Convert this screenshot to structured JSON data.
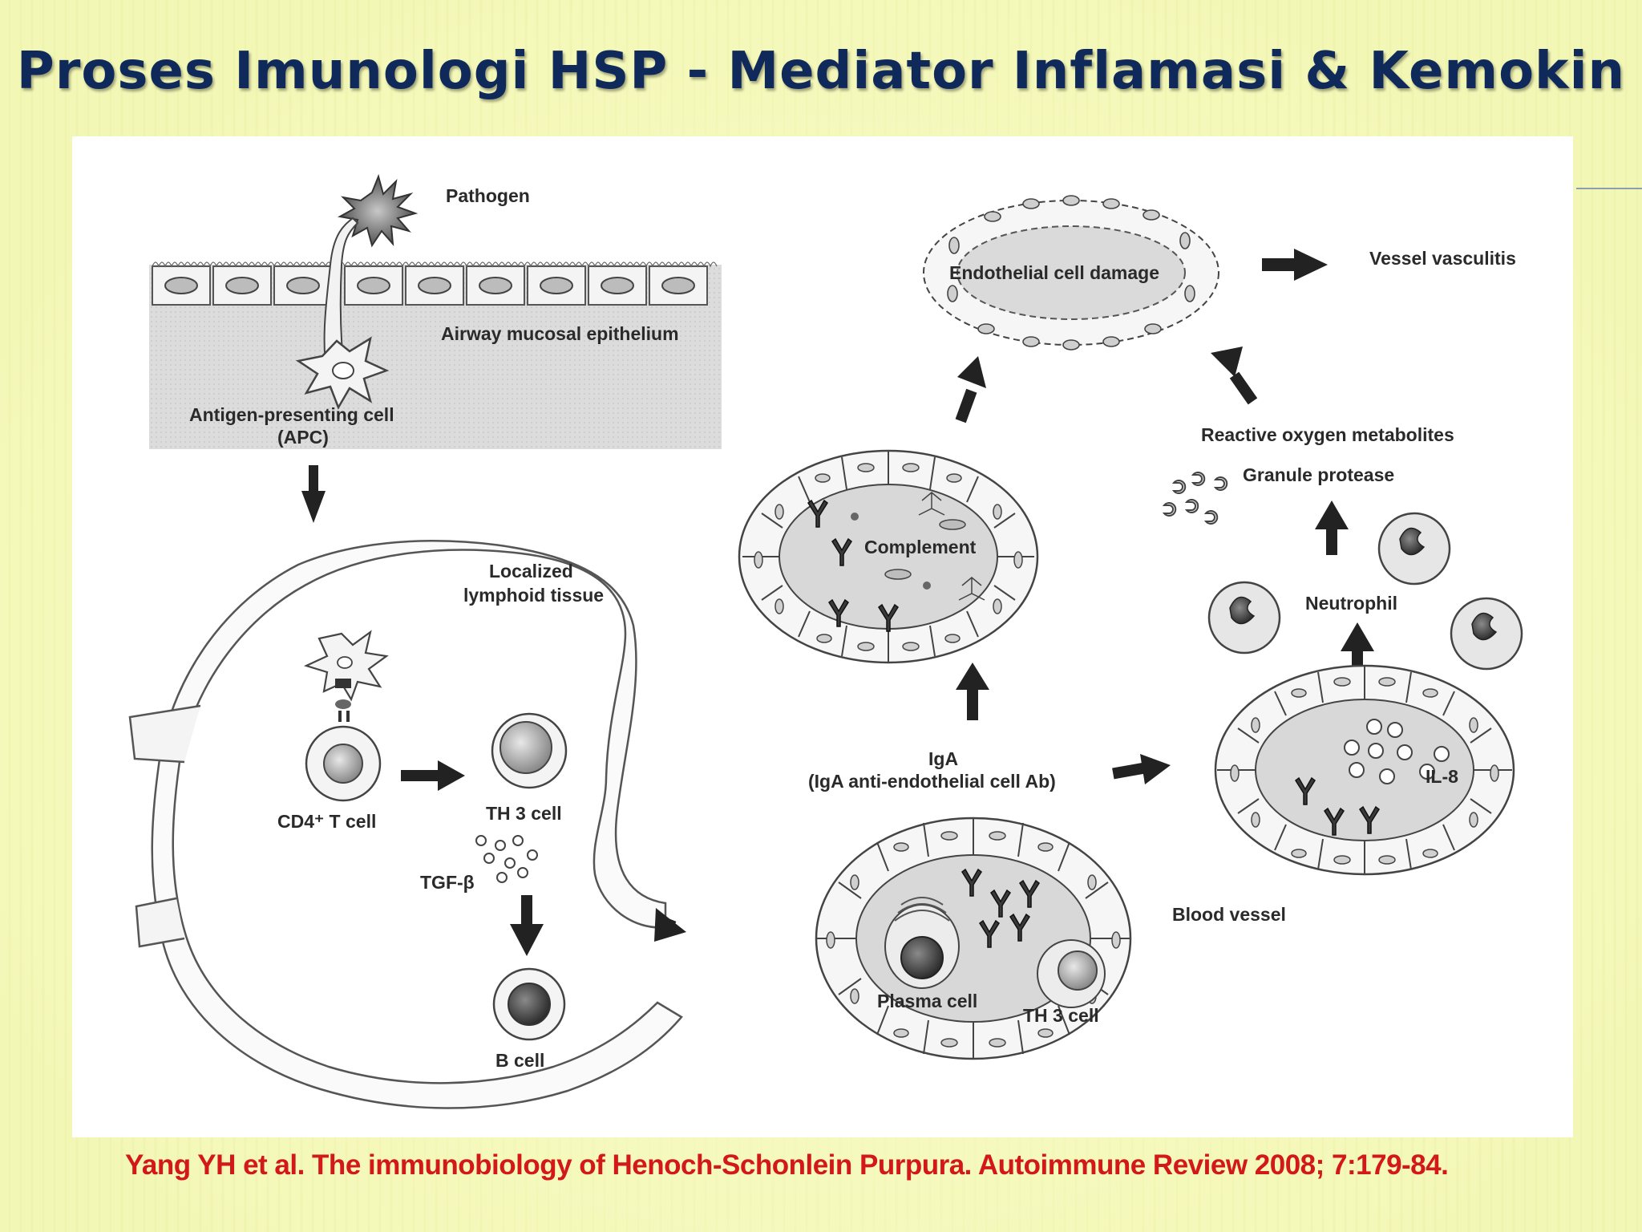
{
  "slide": {
    "title": "Proses Imunologi HSP - Mediator Inflamasi & Kemokin",
    "citation": "Yang YH et al. The immunobiology of Henoch-Schonlein Purpura. Autoimmune Review 2008; 7:179-84."
  },
  "diagram": {
    "pathogen": "Pathogen",
    "epithelium": "Airway mucosal epithelium",
    "apc_line1": "Antigen-presenting cell",
    "apc_line2": "(APC)",
    "lymphoid_line1": "Localized",
    "lymphoid_line2": "lymphoid tissue",
    "cd4": "CD4⁺ T cell",
    "th3": "TH 3 cell",
    "tgf": "TGF-β",
    "bcell": "B cell",
    "endothelial": "Endothelial cell damage",
    "vasculitis": "Vessel vasculitis",
    "complement": "Complement",
    "iga_line1": "IgA",
    "iga_line2": "(IgA anti-endothelial cell Ab)",
    "reactive": "Reactive oxygen metabolites",
    "granule": "Granule protease",
    "neutrophil": "Neutrophil",
    "il8": "IL-8",
    "blood_vessel": "Blood vessel",
    "plasma": "Plasma cell",
    "th3_vessel": "TH 3 cell"
  }
}
